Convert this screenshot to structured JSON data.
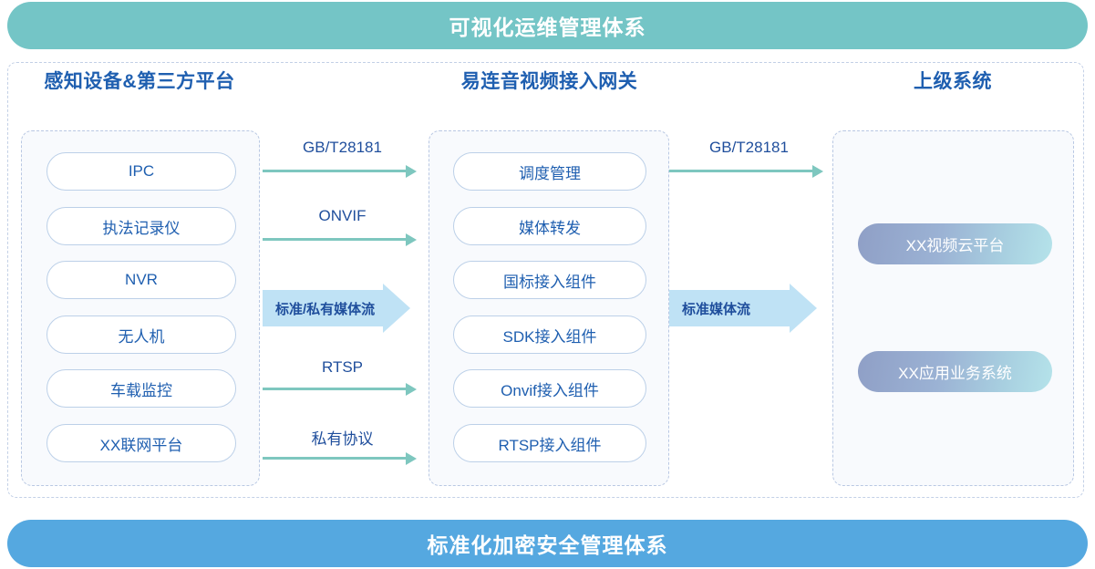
{
  "banners": {
    "top": "可视化运维管理体系",
    "bottom": "标准化加密安全管理体系",
    "top_color": "#74c5c6",
    "bottom_color": "#55a8e0"
  },
  "columns": {
    "left": {
      "title": "感知设备&第三方平台",
      "items": [
        "IPC",
        "执法记录仪",
        "NVR",
        "无人机",
        "车载监控",
        "XX联网平台"
      ]
    },
    "middle": {
      "title": "易连音视频接入网关",
      "items": [
        "调度管理",
        "媒体转发",
        "国标接入组件",
        "SDK接入组件",
        "Onvif接入组件",
        "RTSP接入组件"
      ]
    },
    "right": {
      "title": "上级系统",
      "items": [
        "XX视频云平台",
        "XX应用业务系统"
      ]
    }
  },
  "connectors": {
    "left_to_middle": [
      {
        "label": "GB/T28181",
        "kind": "line"
      },
      {
        "label": "ONVIF",
        "kind": "line"
      },
      {
        "label": "标准/私有媒体流",
        "kind": "block"
      },
      {
        "label": "RTSP",
        "kind": "line"
      },
      {
        "label": "私有协议",
        "kind": "line"
      }
    ],
    "middle_to_right": [
      {
        "label": "GB/T28181",
        "kind": "line"
      },
      {
        "label": "标准媒体流",
        "kind": "block"
      }
    ]
  },
  "colors": {
    "accent_teal": "#7ec7bf",
    "accent_blue": "#1f5fb0",
    "block_arrow": "#bfe2f5",
    "pill_border": "#bcd0e8",
    "group_fill": "#f8fafd",
    "dashed_border": "#b9c8e3"
  }
}
